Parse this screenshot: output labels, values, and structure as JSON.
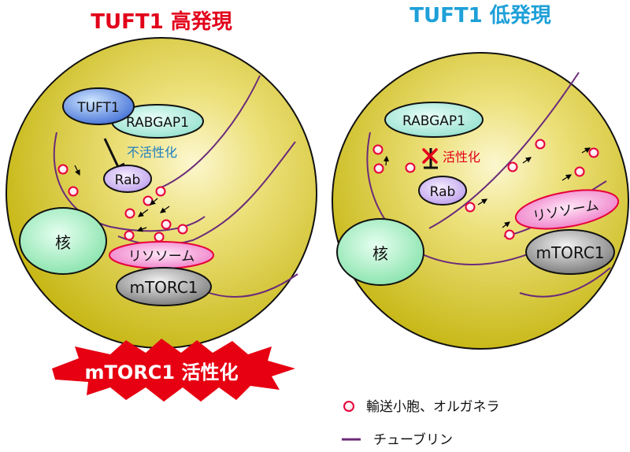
{
  "left_panel": {
    "title": "TUFT1 高発現",
    "title_color": "#e2001a",
    "tuft1": "TUFT1",
    "rabgap1": "RABGAP1",
    "inactivation": "不活性化",
    "inactivation_color": "#1e7fbf",
    "rab": "Rab",
    "nucleus": "核",
    "lysosome": "リソソーム",
    "mtorc1": "mTORC1"
  },
  "right_panel": {
    "title": "TUFT1 低発現",
    "title_color": "#1ea0d8",
    "rabgap1": "RABGAP1",
    "activation": "活性化",
    "activation_color": "#e2001a",
    "rab": "Rab",
    "nucleus": "核",
    "lysosome": "リソソーム",
    "mtorc1": "mTORC1"
  },
  "burst": {
    "text": "mTORC1 活性化",
    "color": "#e60012"
  },
  "legend": {
    "vesicle_label": "輸送小胞、オルガネラ",
    "tubulin_label": "チューブリン",
    "tubulin_color": "#6b2b7a"
  },
  "colors": {
    "cell": "#c8b812",
    "cell_highlight": "#fbf6c8",
    "vesicle_stroke": "#e6003c",
    "nucleus": "#a8f0c8",
    "lysosome": "#f07cc8",
    "mtorc1": "#7d7d7d",
    "rab": "#c8aaf0",
    "rabgap1": "#9fe6d8",
    "tuft1": "#3f6fd8"
  }
}
